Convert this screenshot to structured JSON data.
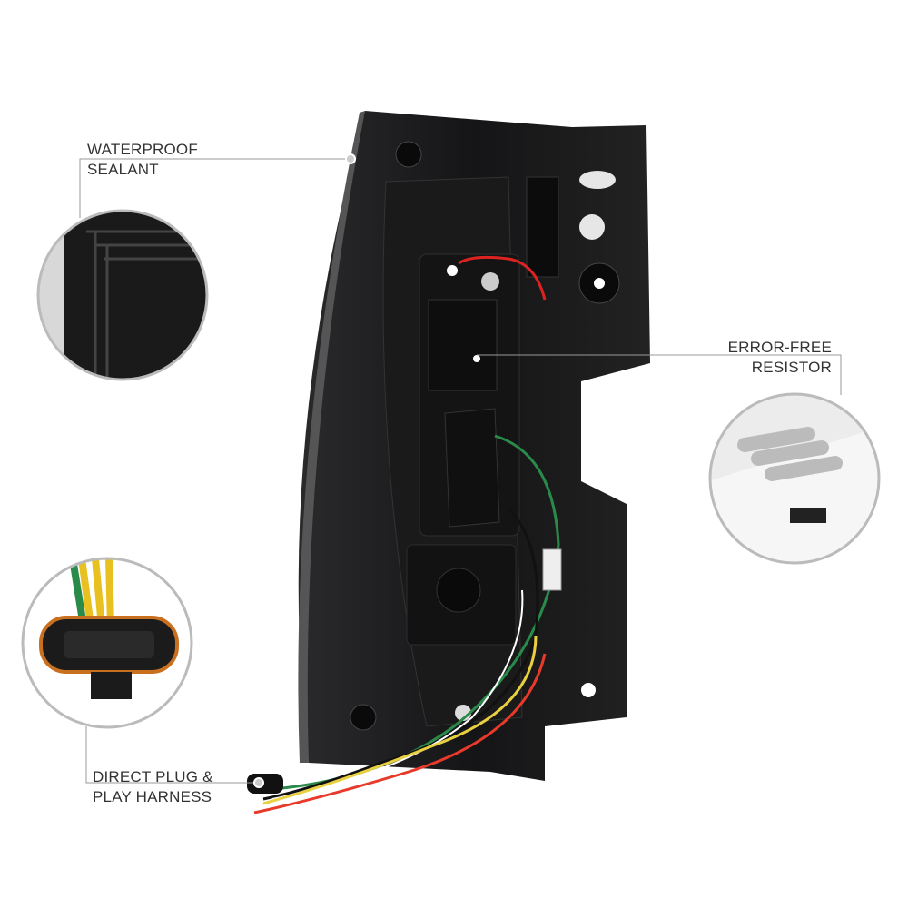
{
  "callouts": {
    "waterproof": {
      "line1": "WATERPROOF",
      "line2": "SEALANT"
    },
    "resistor": {
      "line1": "ERROR-FREE",
      "line2": "RESISTOR"
    },
    "harness": {
      "line1": "DIRECT PLUG &",
      "line2": "PLAY HARNESS"
    }
  },
  "colors": {
    "body": "#1c1c1e",
    "leader": "#9a9a9a",
    "text": "#333333"
  }
}
